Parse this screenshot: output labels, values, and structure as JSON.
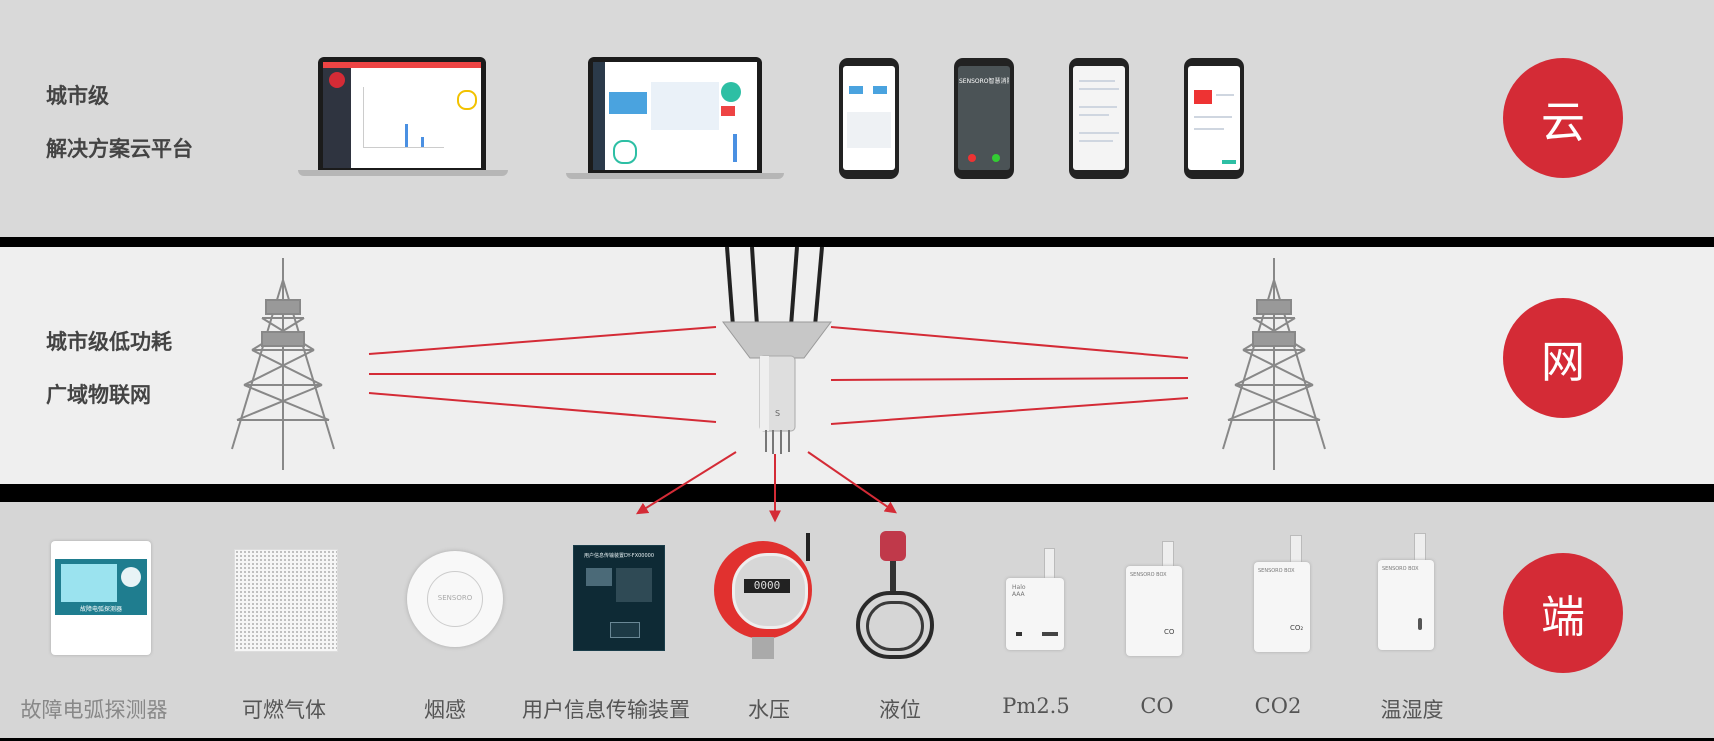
{
  "tiers": {
    "cloud": {
      "line1": "城市级",
      "line2": "解决方案云平台",
      "badge": "云"
    },
    "network": {
      "line1": "城市级低功耗",
      "line2": "广域物联网",
      "badge": "网"
    },
    "endpoint": {
      "badge": "端"
    }
  },
  "phone_screens": {
    "call_title": "SENSORO智慧消防"
  },
  "gateway": {
    "brand": "S"
  },
  "devices": [
    {
      "id": "arc",
      "label": "故障电弧探测器"
    },
    {
      "id": "gas",
      "label": "可燃气体"
    },
    {
      "id": "smoke",
      "label": "烟感"
    },
    {
      "id": "transmitter",
      "label": "用户信息传输装置"
    },
    {
      "id": "pressure",
      "label": "水压"
    },
    {
      "id": "level",
      "label": "液位"
    },
    {
      "id": "pm25",
      "label": "Pm2.5"
    },
    {
      "id": "co",
      "label": "CO"
    },
    {
      "id": "co2",
      "label": "CO2"
    },
    {
      "id": "humidity",
      "label": "温湿度"
    }
  ],
  "device_text": {
    "arc_panel": "故障电弧探测器",
    "smoke_brand": "SENSORO",
    "transmitter_title": "用户信息传输装置DY-FX00000",
    "pressure_display": "0000",
    "box_brand": "SENSORO BOX",
    "pm_tag": "Halo AAA",
    "co_symbol": "CO",
    "co2_symbol": "CO₂"
  },
  "colors": {
    "accent": "#d42b36",
    "link_line": "#d42b36",
    "band_cloud": "#d9d9d9",
    "band_network": "#efefef",
    "band_endpoint": "#d6d6d6"
  }
}
